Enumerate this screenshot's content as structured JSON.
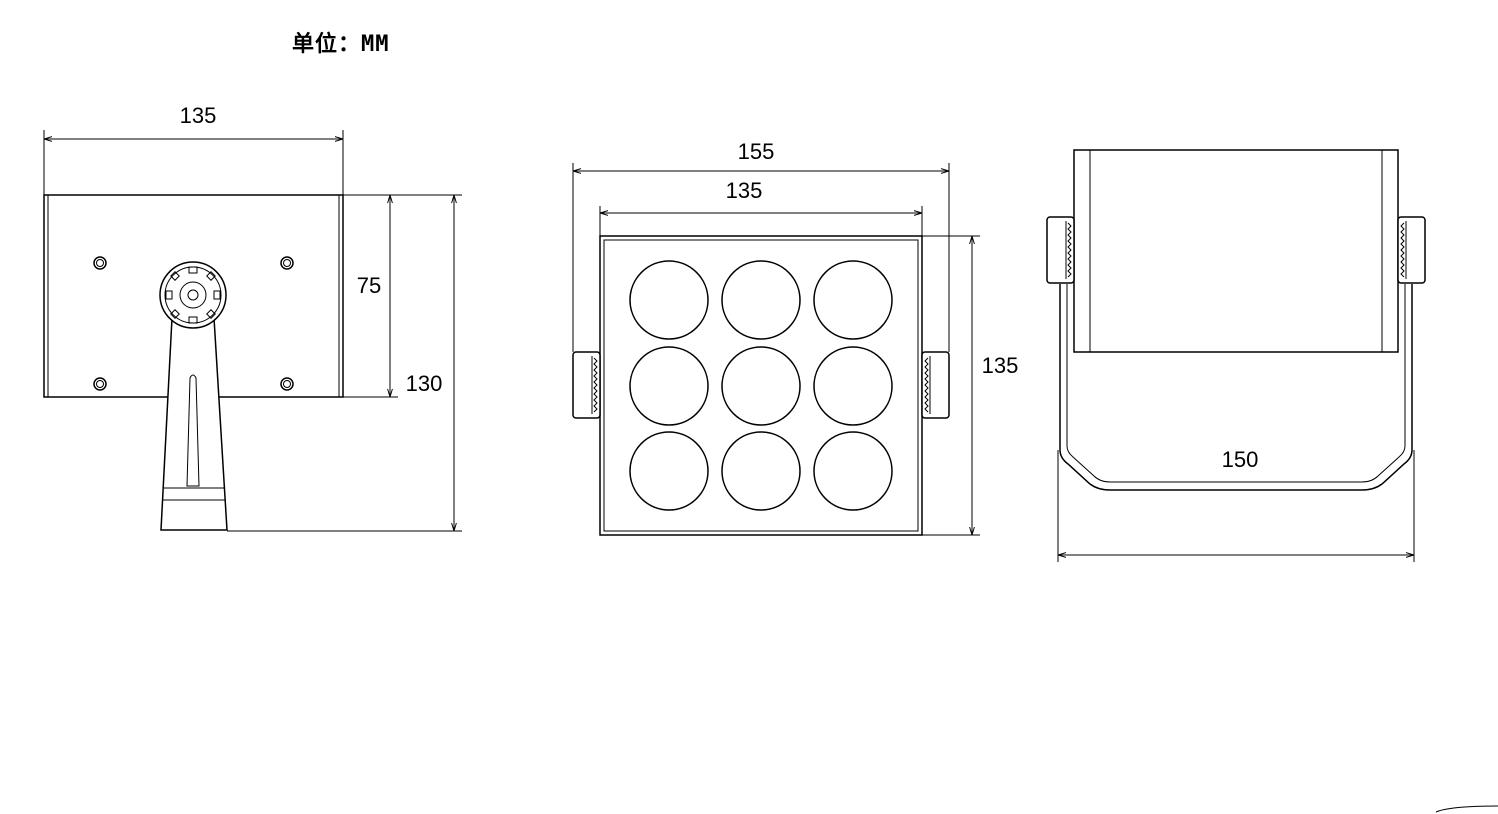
{
  "unit_label": "单位：MM",
  "side_view": {
    "width_dim": "135",
    "body_height_dim": "75",
    "total_height_dim": "130"
  },
  "front_view": {
    "outer_width_dim": "155",
    "inner_width_dim": "135",
    "height_dim": "135",
    "lens_rows": 3,
    "lens_cols": 3
  },
  "rear_view": {
    "bracket_width_dim": "150"
  }
}
